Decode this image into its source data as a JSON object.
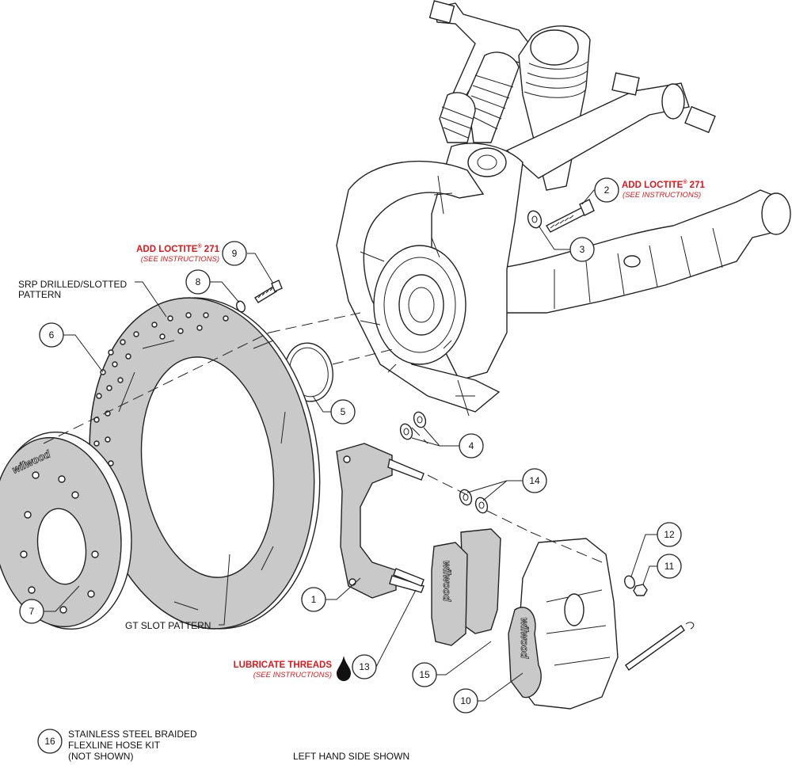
{
  "diagram": {
    "title": "Wilwood rear brake kit exploded view",
    "view_note": "LEFT HAND SIDE SHOWN",
    "brand_marking": "wilwood",
    "colors": {
      "note_red": "#e0161b",
      "line": "#222222",
      "part_fill": "#c9c9c9"
    },
    "callouts": [
      {
        "num": "1",
        "part": "caliper-bracket"
      },
      {
        "num": "2",
        "part": "bracket-bolt"
      },
      {
        "num": "3",
        "part": "washer"
      },
      {
        "num": "4",
        "part": "shim-washers"
      },
      {
        "num": "5",
        "part": "ring"
      },
      {
        "num": "6",
        "part": "rotor-ring"
      },
      {
        "num": "7",
        "part": "rotor-hat"
      },
      {
        "num": "8",
        "part": "hat-washer"
      },
      {
        "num": "9",
        "part": "hat-bolt"
      },
      {
        "num": "10",
        "part": "caliper"
      },
      {
        "num": "11",
        "part": "caliper-nut"
      },
      {
        "num": "12",
        "part": "caliper-washer"
      },
      {
        "num": "13",
        "part": "stud"
      },
      {
        "num": "14",
        "part": "stud-washers"
      },
      {
        "num": "15",
        "part": "brake-pads"
      },
      {
        "num": "16",
        "part": "hose-kit"
      }
    ],
    "notes": {
      "loctite_9": {
        "title": "ADD LOCTITE",
        "reg": "®",
        "suffix": " 271",
        "sub": "(SEE INSTRUCTIONS)"
      },
      "loctite_2": {
        "title": "ADD LOCTITE",
        "reg": "®",
        "suffix": " 271",
        "sub": "(SEE INSTRUCTIONS)"
      },
      "lubricate_13": {
        "title": "LUBRICATE THREADS",
        "sub": "(SEE INSTRUCTIONS)"
      }
    },
    "labels": {
      "srp_line1": "SRP DRILLED/SLOTTED",
      "srp_line2": "PATTERN",
      "gt_slot": "GT SLOT PATTERN",
      "hose_line1": "STAINLESS STEEL BRAIDED",
      "hose_line2": "FLEXLINE HOSE KIT",
      "hose_line3": "(NOT SHOWN)"
    }
  }
}
